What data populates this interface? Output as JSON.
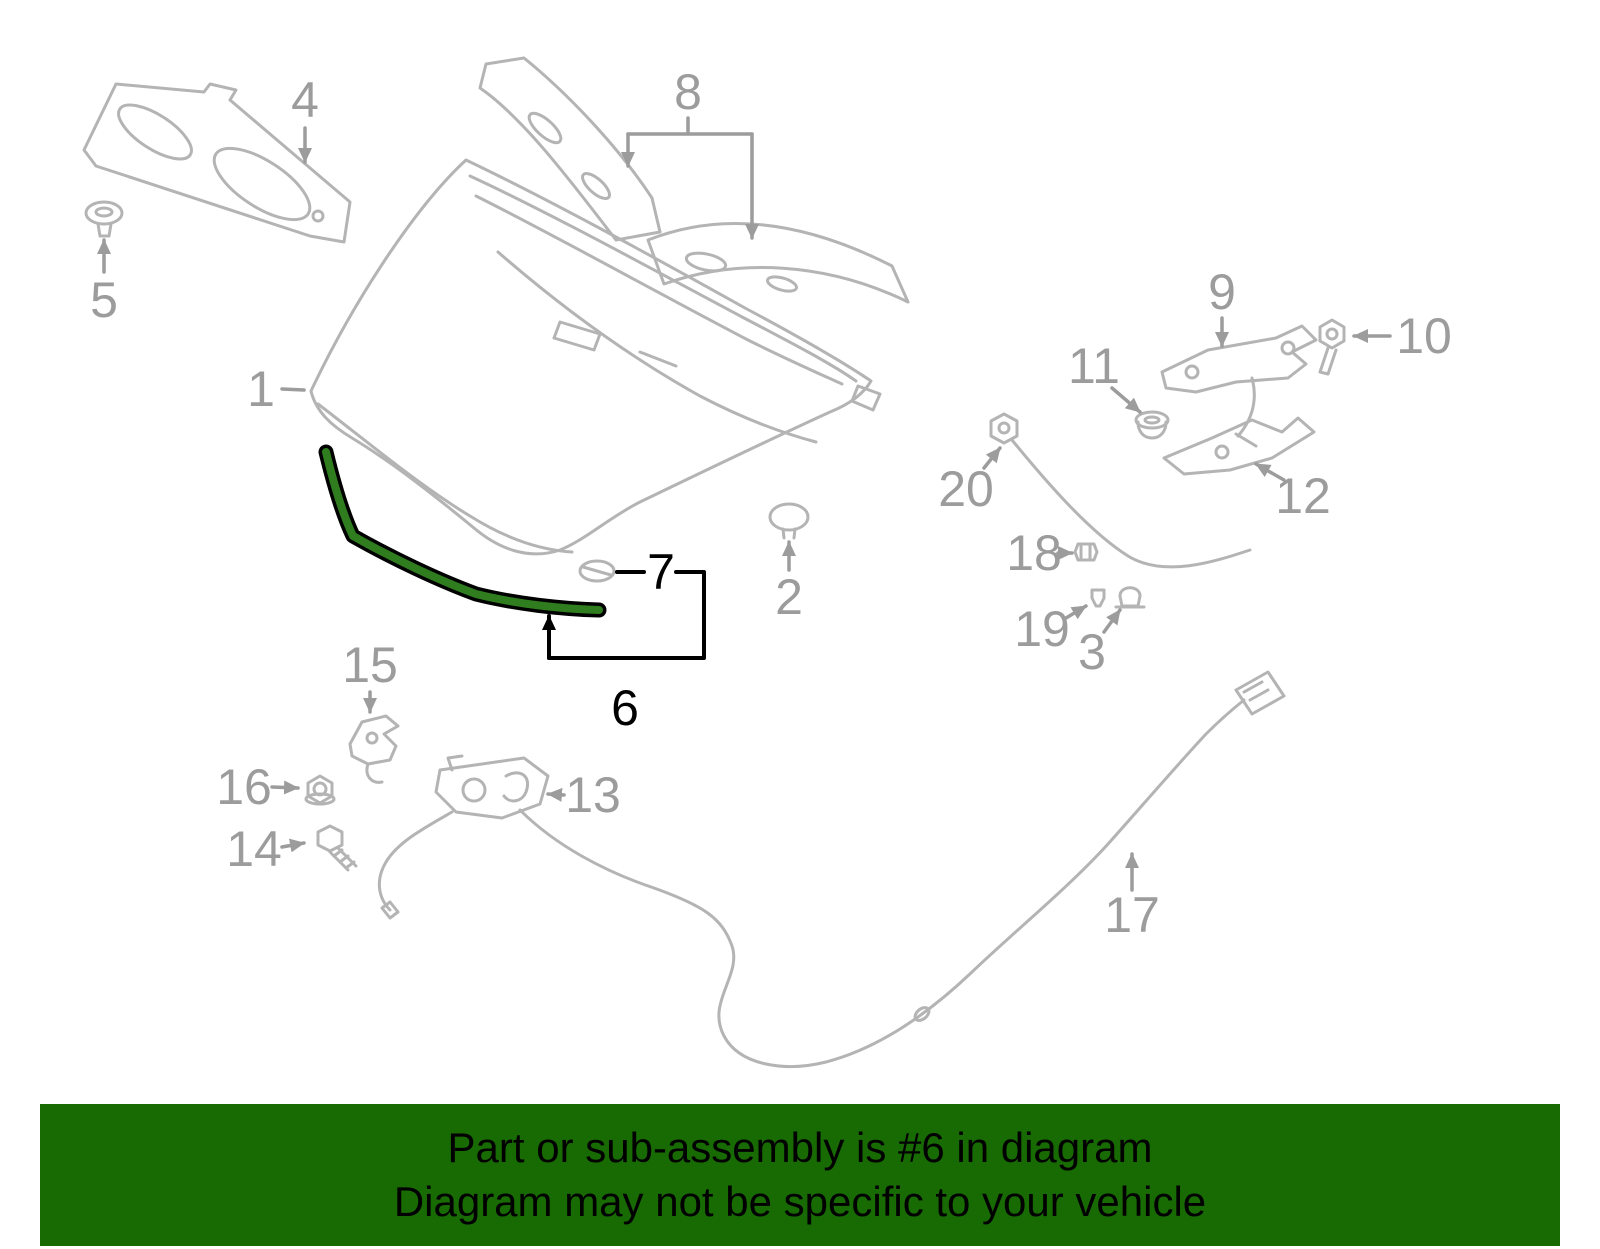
{
  "colors": {
    "banner_bg": "#186a03",
    "highlight": "#2f7d1f",
    "line_gray": "#b4b4b4",
    "label_gray": "#9c9c9c"
  },
  "banner": {
    "line1": "Part or sub-assembly is #6 in diagram",
    "line2": "Diagram may not be specific to your vehicle"
  },
  "labels": {
    "p1": "1",
    "p2": "2",
    "p3": "3",
    "p4": "4",
    "p5": "5",
    "p6": "6",
    "p7": "7",
    "p8": "8",
    "p9": "9",
    "p10": "10",
    "p11": "11",
    "p12": "12",
    "p13": "13",
    "p14": "14",
    "p15": "15",
    "p16": "16",
    "p17": "17",
    "p18": "18",
    "p19": "19",
    "p20": "20"
  }
}
